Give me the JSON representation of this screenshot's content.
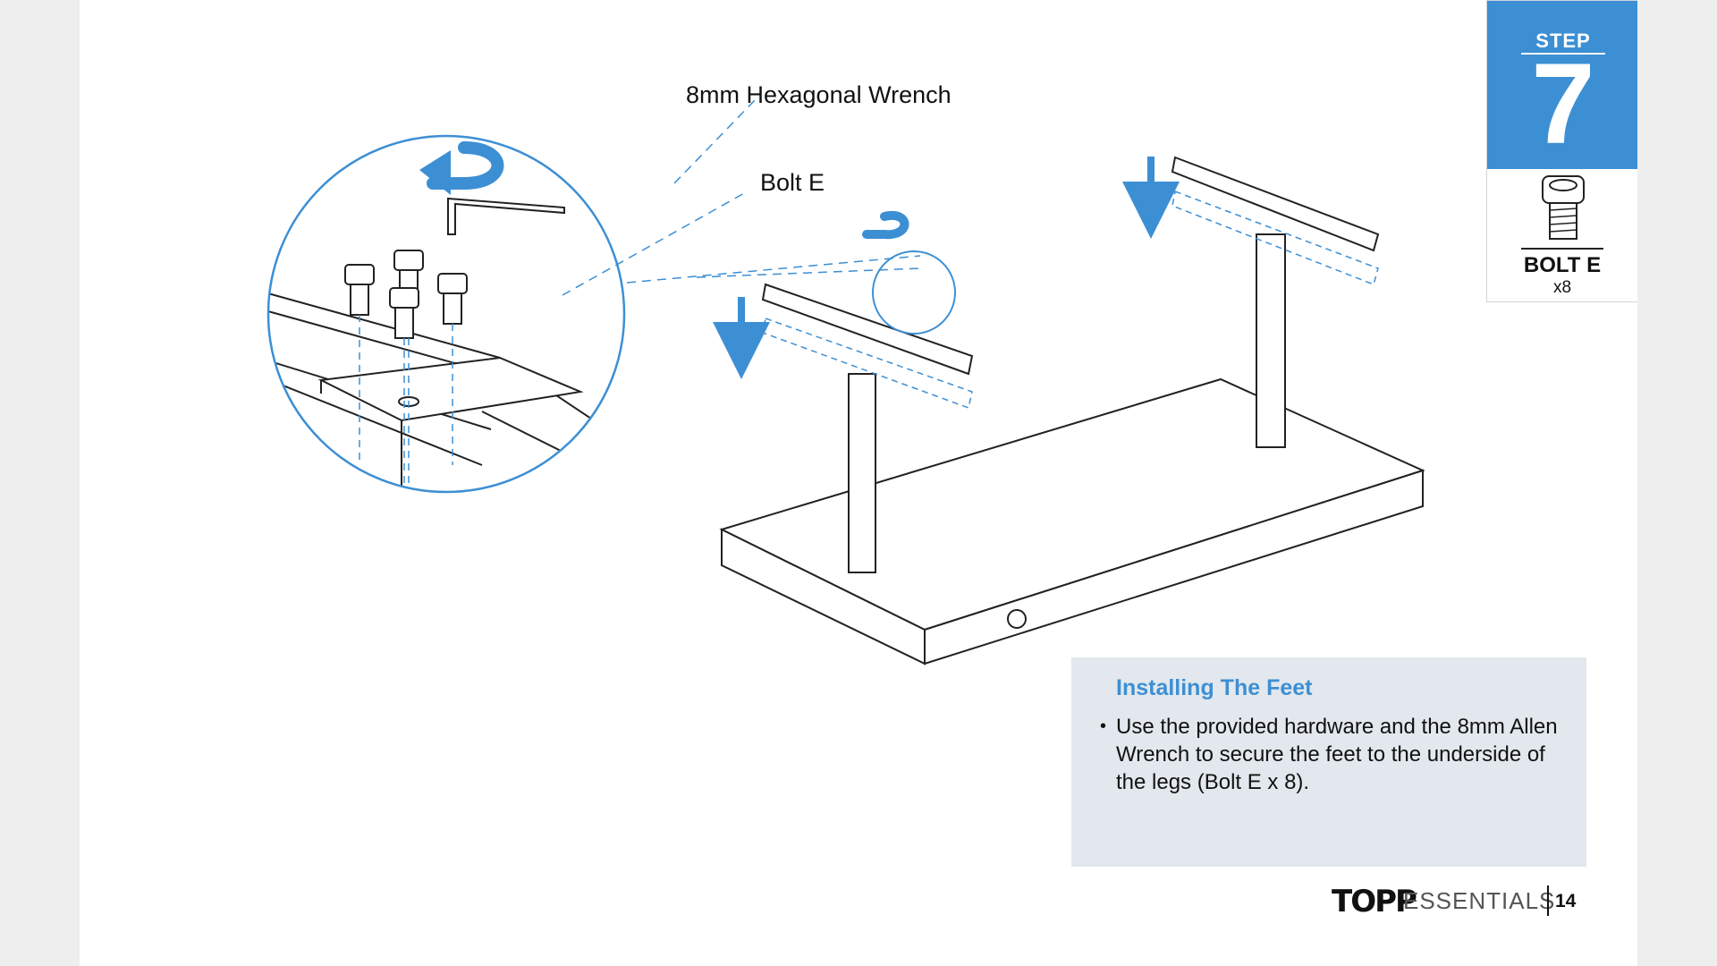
{
  "callouts": {
    "wrench": "8mm Hexagonal Wrench",
    "bolt": "Bolt E"
  },
  "step": {
    "word": "STEP",
    "number": "7",
    "part_name": "BOLT E",
    "part_quantity": "x8"
  },
  "instructions": {
    "title": "Installing The Feet",
    "items": [
      "Use the provided hardware and the 8mm Allen Wrench to secure the feet to the underside of the legs (Bolt E x 8)."
    ]
  },
  "footer": {
    "brand_mark": "TOPP",
    "brand_suffix": "ESSENTIALS",
    "page_number": "14"
  },
  "colors": {
    "accent": "#3d8fd4",
    "panel": "#e2e8ed",
    "line": "#222222"
  }
}
